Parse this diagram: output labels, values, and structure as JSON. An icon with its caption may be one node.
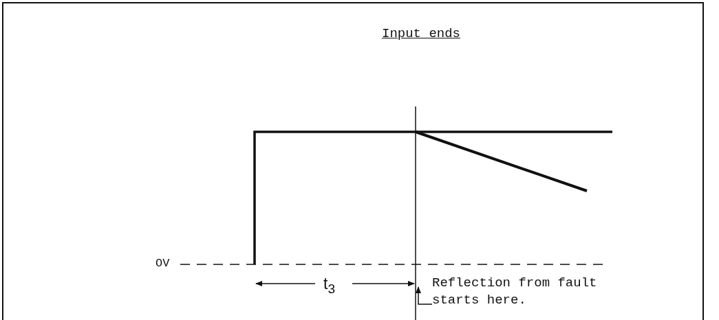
{
  "diagram": {
    "nodes": [
      {
        "text": [
          "Reflection from fault starts here."
        ]
      },
      {
        "text": [],
        "shape": "line"
      }
    ],
    "edges": [
      {
        "from": 0,
        "to": 1,
        "arrow": "to"
      }
    ],
    "labels": [
      "Input ends",
      "OV",
      "t$_{3}$"
    ]
  }
}
